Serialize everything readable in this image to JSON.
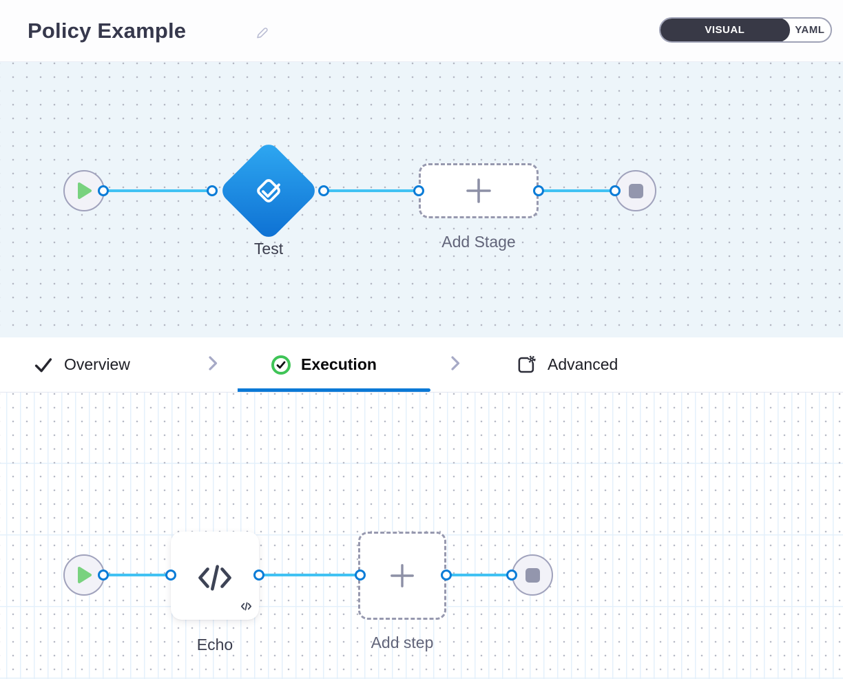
{
  "header": {
    "title": "Policy Example",
    "view_toggle": {
      "options": [
        "VISUAL",
        "YAML"
      ],
      "selected": "VISUAL"
    }
  },
  "stage_pipeline": {
    "start_node": "start",
    "stage": {
      "name": "Test",
      "icon": "custom-stage-check-icon"
    },
    "add_stage": {
      "label": "Add Stage",
      "icon": "plus-icon"
    },
    "end_node": "stop"
  },
  "wizard_tabs": {
    "items": [
      {
        "label": "Overview",
        "icon": "check-icon",
        "state": "complete"
      },
      {
        "label": "Execution",
        "icon": "check-circle-green-icon",
        "state": "active"
      },
      {
        "label": "Advanced",
        "icon": "advanced-settings-icon",
        "state": "default"
      }
    ]
  },
  "step_pipeline": {
    "start_node": "start",
    "step": {
      "name": "Echo",
      "icon": "code-icon"
    },
    "add_step": {
      "label": "Add step",
      "icon": "plus-icon"
    },
    "end_node": "stop"
  },
  "colors": {
    "accent_blue": "#0b79d6",
    "connector_blue": "#41c2f3",
    "stage_gradient_start": "#2fa9f2",
    "stage_gradient_end": "#0d6fd2",
    "success_green": "#3fc457",
    "toggle_dark": "#383946",
    "canvas_tint": "#edf5fa"
  }
}
